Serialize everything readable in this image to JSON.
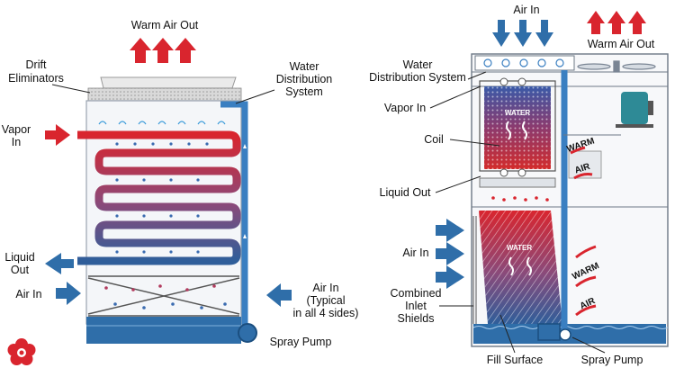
{
  "left": {
    "top_label": "Warm Air Out",
    "drift": [
      "Drift",
      "Eliminators"
    ],
    "water_dist": [
      "Water",
      "Distribution",
      "System"
    ],
    "vapor_in": [
      "Vapor",
      "In"
    ],
    "liquid_out": [
      "Liquid",
      "Out"
    ],
    "air_in": "Air In",
    "air_in_typical": [
      "Air In",
      "(Typical",
      "in all 4 sides)"
    ],
    "spray_pump": "Spray Pump"
  },
  "right": {
    "air_in_top": "Air In",
    "warm_air_out": "Warm Air Out",
    "water_dist": [
      "Water",
      "Distribution System"
    ],
    "vapor_in": "Vapor In",
    "coil": "Coil",
    "liquid_out": "Liquid Out",
    "air_in": "Air In",
    "combined": [
      "Combined",
      "Inlet",
      "Shields"
    ],
    "fill_surface": "Fill Surface",
    "spray_pump": "Spray Pump",
    "water_upper": "WATER",
    "water_lower": "WATER",
    "warm_side": "WARM",
    "air_side": "AIR",
    "warm_side2": "WARM",
    "air_side2": "AIR"
  },
  "colors": {
    "red": "#d9252e",
    "blue": "#2f6ea9",
    "dark_blue": "#1b4f80",
    "pipe_blue": "#3a7fc1"
  }
}
